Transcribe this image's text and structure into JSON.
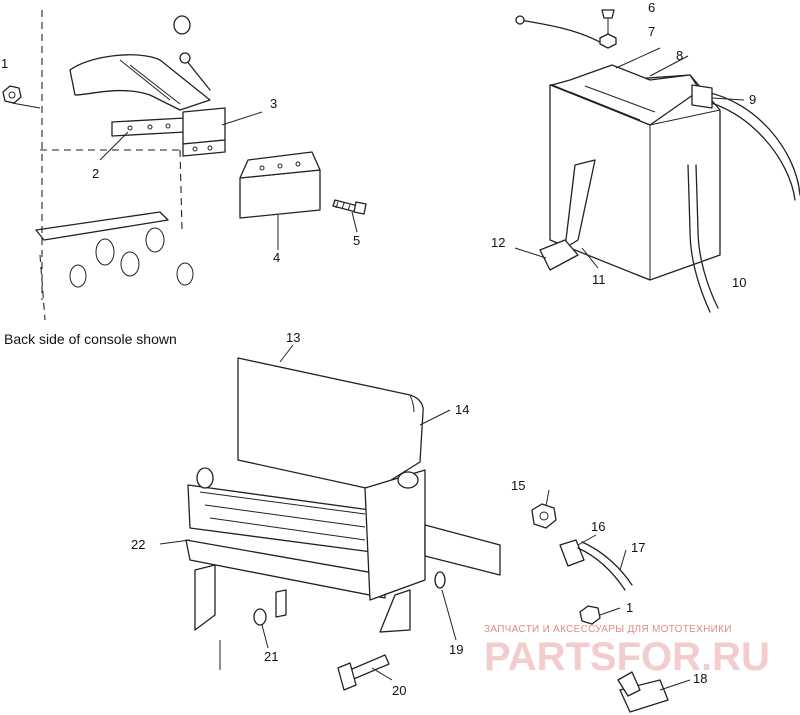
{
  "caption": "Back side of console shown",
  "callouts": [
    "1",
    "2",
    "3",
    "4",
    "5",
    "6",
    "7",
    "8",
    "9",
    "10",
    "11",
    "12",
    "13",
    "14",
    "15",
    "16",
    "17",
    "18",
    "19",
    "20",
    "21",
    "22",
    "1"
  ],
  "watermark": {
    "tagline": "ЗАПЧАСТИ И АКСЕССУАРЫ ДЛЯ МОТОТЕХНИКИ",
    "logo": "PARTSFOR.RU"
  }
}
